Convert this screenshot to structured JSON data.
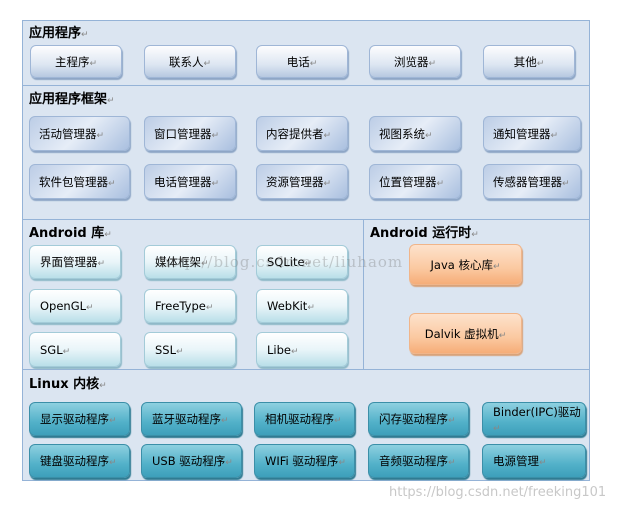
{
  "sections": {
    "apps": {
      "title": "应用程序",
      "items": [
        "主程序",
        "联系人",
        "电话",
        "浏览器",
        "其他"
      ]
    },
    "framework": {
      "title": "应用程序框架",
      "items": [
        "活动管理器",
        "窗口管理器",
        "内容提供者",
        "视图系统",
        "通知管理器",
        "软件包管理器",
        "电话管理器",
        "资源管理器",
        "位置管理器",
        "传感器管理器"
      ]
    },
    "libraries": {
      "title": "Android 库",
      "items": [
        "界面管理器",
        "媒体框架",
        "SQLite",
        "OpenGL",
        "FreeType",
        "WebKit",
        "SGL",
        "SSL",
        "Libe"
      ]
    },
    "runtime": {
      "title": "Android 运行时",
      "items": [
        "Java 核心库",
        "Dalvik 虚拟机"
      ]
    },
    "kernel": {
      "title": "Linux 内核",
      "items": [
        "显示驱动程序",
        "蓝牙驱动程序",
        "相机驱动程序",
        "闪存驱动程序",
        "Binder(IPC)驱动",
        "键盘驱动程序",
        "USB 驱动程序",
        "WIFi 驱动程序",
        "音频驱动程序",
        "电源管理"
      ]
    }
  },
  "watermarks": {
    "center": "http://blog.csdn.net/liuhaom",
    "corner": "https://blog.csdn.net/freeking101"
  }
}
